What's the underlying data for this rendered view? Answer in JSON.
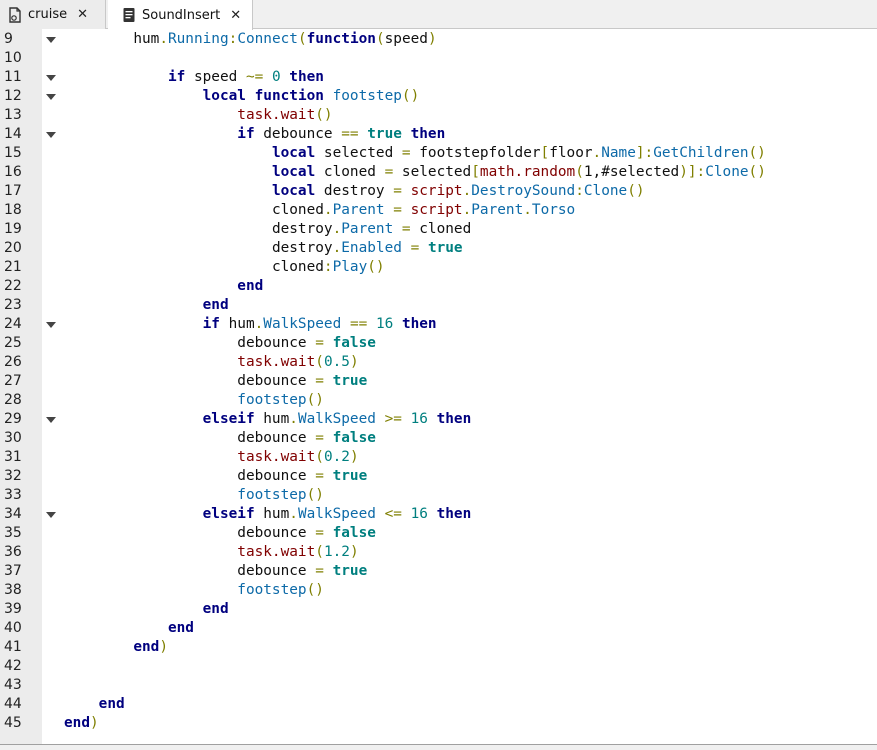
{
  "tabs": [
    {
      "label": "cruise",
      "active": false,
      "icon": "script-icon"
    },
    {
      "label": "SoundInsert",
      "active": true,
      "icon": "document-icon"
    }
  ],
  "close_glyph": "✕",
  "lines": [
    {
      "n": "9",
      "fold": true,
      "tokens": [
        [
          "t",
          "        "
        ],
        [
          "t",
          "hum"
        ],
        [
          "o",
          "."
        ],
        [
          "f",
          "Running"
        ],
        [
          "o",
          ":"
        ],
        [
          "f",
          "Connect"
        ],
        [
          "o",
          "("
        ],
        [
          "k",
          "function"
        ],
        [
          "o",
          "("
        ],
        [
          "t",
          "speed"
        ],
        [
          "o",
          ")"
        ]
      ]
    },
    {
      "n": "10",
      "fold": false,
      "tokens": []
    },
    {
      "n": "11",
      "fold": true,
      "tokens": [
        [
          "t",
          "            "
        ],
        [
          "k",
          "if"
        ],
        [
          "t",
          " speed "
        ],
        [
          "o",
          "~="
        ],
        [
          "t",
          " "
        ],
        [
          "n",
          "0"
        ],
        [
          "t",
          " "
        ],
        [
          "k",
          "then"
        ]
      ]
    },
    {
      "n": "12",
      "fold": true,
      "tokens": [
        [
          "t",
          "                "
        ],
        [
          "k",
          "local"
        ],
        [
          "t",
          " "
        ],
        [
          "k",
          "function"
        ],
        [
          "t",
          " "
        ],
        [
          "f",
          "footstep"
        ],
        [
          "o",
          "()"
        ]
      ]
    },
    {
      "n": "13",
      "fold": false,
      "tokens": [
        [
          "t",
          "                    "
        ],
        [
          "bi",
          "task.wait"
        ],
        [
          "o",
          "()"
        ]
      ]
    },
    {
      "n": "14",
      "fold": true,
      "tokens": [
        [
          "t",
          "                    "
        ],
        [
          "k",
          "if"
        ],
        [
          "t",
          " debounce "
        ],
        [
          "o",
          "=="
        ],
        [
          "t",
          " "
        ],
        [
          "b",
          "true"
        ],
        [
          "t",
          " "
        ],
        [
          "k",
          "then"
        ]
      ]
    },
    {
      "n": "15",
      "fold": false,
      "tokens": [
        [
          "t",
          "                        "
        ],
        [
          "k",
          "local"
        ],
        [
          "t",
          " selected "
        ],
        [
          "o",
          "="
        ],
        [
          "t",
          " footstepfolder"
        ],
        [
          "o",
          "["
        ],
        [
          "t",
          "floor"
        ],
        [
          "o",
          "."
        ],
        [
          "f",
          "Name"
        ],
        [
          "o",
          "]:"
        ],
        [
          "f",
          "GetChildren"
        ],
        [
          "o",
          "()"
        ]
      ]
    },
    {
      "n": "16",
      "fold": false,
      "tokens": [
        [
          "t",
          "                        "
        ],
        [
          "k",
          "local"
        ],
        [
          "t",
          " cloned "
        ],
        [
          "o",
          "="
        ],
        [
          "t",
          " selected"
        ],
        [
          "o",
          "["
        ],
        [
          "bi",
          "math.random"
        ],
        [
          "o",
          "("
        ],
        [
          "t",
          "1,#selected"
        ],
        [
          "o",
          ")]:"
        ],
        [
          "f",
          "Clone"
        ],
        [
          "o",
          "()"
        ]
      ]
    },
    {
      "n": "17",
      "fold": false,
      "tokens": [
        [
          "t",
          "                        "
        ],
        [
          "k",
          "local"
        ],
        [
          "t",
          " destroy "
        ],
        [
          "o",
          "="
        ],
        [
          "t",
          " "
        ],
        [
          "bi",
          "script"
        ],
        [
          "o",
          "."
        ],
        [
          "f",
          "DestroySound"
        ],
        [
          "o",
          ":"
        ],
        [
          "f",
          "Clone"
        ],
        [
          "o",
          "()"
        ]
      ]
    },
    {
      "n": "18",
      "fold": false,
      "tokens": [
        [
          "t",
          "                        "
        ],
        [
          "t",
          "cloned"
        ],
        [
          "o",
          "."
        ],
        [
          "f",
          "Parent"
        ],
        [
          "t",
          " "
        ],
        [
          "o",
          "="
        ],
        [
          "t",
          " "
        ],
        [
          "bi",
          "script"
        ],
        [
          "o",
          "."
        ],
        [
          "f",
          "Parent"
        ],
        [
          "o",
          "."
        ],
        [
          "f",
          "Torso"
        ]
      ]
    },
    {
      "n": "19",
      "fold": false,
      "tokens": [
        [
          "t",
          "                        "
        ],
        [
          "t",
          "destroy"
        ],
        [
          "o",
          "."
        ],
        [
          "f",
          "Parent"
        ],
        [
          "t",
          " "
        ],
        [
          "o",
          "="
        ],
        [
          "t",
          " cloned"
        ]
      ]
    },
    {
      "n": "20",
      "fold": false,
      "tokens": [
        [
          "t",
          "                        "
        ],
        [
          "t",
          "destroy"
        ],
        [
          "o",
          "."
        ],
        [
          "f",
          "Enabled"
        ],
        [
          "t",
          " "
        ],
        [
          "o",
          "="
        ],
        [
          "t",
          " "
        ],
        [
          "b",
          "true"
        ]
      ]
    },
    {
      "n": "21",
      "fold": false,
      "tokens": [
        [
          "t",
          "                        "
        ],
        [
          "t",
          "cloned"
        ],
        [
          "o",
          ":"
        ],
        [
          "f",
          "Play"
        ],
        [
          "o",
          "()"
        ]
      ]
    },
    {
      "n": "22",
      "fold": false,
      "tokens": [
        [
          "t",
          "                    "
        ],
        [
          "k",
          "end"
        ]
      ]
    },
    {
      "n": "23",
      "fold": false,
      "tokens": [
        [
          "t",
          "                "
        ],
        [
          "k",
          "end"
        ]
      ]
    },
    {
      "n": "24",
      "fold": true,
      "tokens": [
        [
          "t",
          "                "
        ],
        [
          "k",
          "if"
        ],
        [
          "t",
          " hum"
        ],
        [
          "o",
          "."
        ],
        [
          "f",
          "WalkSpeed"
        ],
        [
          "t",
          " "
        ],
        [
          "o",
          "=="
        ],
        [
          "t",
          " "
        ],
        [
          "n",
          "16"
        ],
        [
          "t",
          " "
        ],
        [
          "k",
          "then"
        ]
      ]
    },
    {
      "n": "25",
      "fold": false,
      "tokens": [
        [
          "t",
          "                    "
        ],
        [
          "t",
          "debounce "
        ],
        [
          "o",
          "="
        ],
        [
          "t",
          " "
        ],
        [
          "b",
          "false"
        ]
      ]
    },
    {
      "n": "26",
      "fold": false,
      "tokens": [
        [
          "t",
          "                    "
        ],
        [
          "bi",
          "task.wait"
        ],
        [
          "o",
          "("
        ],
        [
          "n",
          "0.5"
        ],
        [
          "o",
          ")"
        ]
      ]
    },
    {
      "n": "27",
      "fold": false,
      "tokens": [
        [
          "t",
          "                    "
        ],
        [
          "t",
          "debounce "
        ],
        [
          "o",
          "="
        ],
        [
          "t",
          " "
        ],
        [
          "b",
          "true"
        ]
      ]
    },
    {
      "n": "28",
      "fold": false,
      "tokens": [
        [
          "t",
          "                    "
        ],
        [
          "f",
          "footstep"
        ],
        [
          "o",
          "()"
        ]
      ]
    },
    {
      "n": "29",
      "fold": true,
      "tokens": [
        [
          "t",
          "                "
        ],
        [
          "k",
          "elseif"
        ],
        [
          "t",
          " hum"
        ],
        [
          "o",
          "."
        ],
        [
          "f",
          "WalkSpeed"
        ],
        [
          "t",
          " "
        ],
        [
          "o",
          ">="
        ],
        [
          "t",
          " "
        ],
        [
          "n",
          "16"
        ],
        [
          "t",
          " "
        ],
        [
          "k",
          "then"
        ]
      ]
    },
    {
      "n": "30",
      "fold": false,
      "tokens": [
        [
          "t",
          "                    "
        ],
        [
          "t",
          "debounce "
        ],
        [
          "o",
          "="
        ],
        [
          "t",
          " "
        ],
        [
          "b",
          "false"
        ]
      ]
    },
    {
      "n": "31",
      "fold": false,
      "tokens": [
        [
          "t",
          "                    "
        ],
        [
          "bi",
          "task.wait"
        ],
        [
          "o",
          "("
        ],
        [
          "n",
          "0.2"
        ],
        [
          "o",
          ")"
        ]
      ]
    },
    {
      "n": "32",
      "fold": false,
      "tokens": [
        [
          "t",
          "                    "
        ],
        [
          "t",
          "debounce "
        ],
        [
          "o",
          "="
        ],
        [
          "t",
          " "
        ],
        [
          "b",
          "true"
        ]
      ]
    },
    {
      "n": "33",
      "fold": false,
      "tokens": [
        [
          "t",
          "                    "
        ],
        [
          "f",
          "footstep"
        ],
        [
          "o",
          "()"
        ]
      ]
    },
    {
      "n": "34",
      "fold": true,
      "tokens": [
        [
          "t",
          "                "
        ],
        [
          "k",
          "elseif"
        ],
        [
          "t",
          " hum"
        ],
        [
          "o",
          "."
        ],
        [
          "f",
          "WalkSpeed"
        ],
        [
          "t",
          " "
        ],
        [
          "o",
          "<="
        ],
        [
          "t",
          " "
        ],
        [
          "n",
          "16"
        ],
        [
          "t",
          " "
        ],
        [
          "k",
          "then"
        ]
      ]
    },
    {
      "n": "35",
      "fold": false,
      "tokens": [
        [
          "t",
          "                    "
        ],
        [
          "t",
          "debounce "
        ],
        [
          "o",
          "="
        ],
        [
          "t",
          " "
        ],
        [
          "b",
          "false"
        ]
      ]
    },
    {
      "n": "36",
      "fold": false,
      "tokens": [
        [
          "t",
          "                    "
        ],
        [
          "bi",
          "task.wait"
        ],
        [
          "o",
          "("
        ],
        [
          "n",
          "1.2"
        ],
        [
          "o",
          ")"
        ]
      ]
    },
    {
      "n": "37",
      "fold": false,
      "tokens": [
        [
          "t",
          "                    "
        ],
        [
          "t",
          "debounce "
        ],
        [
          "o",
          "="
        ],
        [
          "t",
          " "
        ],
        [
          "b",
          "true"
        ]
      ]
    },
    {
      "n": "38",
      "fold": false,
      "tokens": [
        [
          "t",
          "                    "
        ],
        [
          "f",
          "footstep"
        ],
        [
          "o",
          "()"
        ]
      ]
    },
    {
      "n": "39",
      "fold": false,
      "tokens": [
        [
          "t",
          "                "
        ],
        [
          "k",
          "end"
        ]
      ]
    },
    {
      "n": "40",
      "fold": false,
      "tokens": [
        [
          "t",
          "            "
        ],
        [
          "k",
          "end"
        ]
      ]
    },
    {
      "n": "41",
      "fold": false,
      "tokens": [
        [
          "t",
          "        "
        ],
        [
          "k",
          "end"
        ],
        [
          "o",
          ")"
        ]
      ]
    },
    {
      "n": "42",
      "fold": false,
      "tokens": []
    },
    {
      "n": "43",
      "fold": false,
      "tokens": []
    },
    {
      "n": "44",
      "fold": false,
      "tokens": [
        [
          "t",
          "    "
        ],
        [
          "k",
          "end"
        ]
      ]
    },
    {
      "n": "45",
      "fold": false,
      "tokens": [
        [
          "k",
          "end"
        ],
        [
          "o",
          ")"
        ]
      ]
    }
  ],
  "colors": {
    "keyword": "#00007f",
    "boolean": "#007f7f",
    "number": "#007f7f",
    "property": "#0064b4",
    "builtin": "#800000",
    "operator": "#7f7f00",
    "gutter": "#ececec"
  }
}
